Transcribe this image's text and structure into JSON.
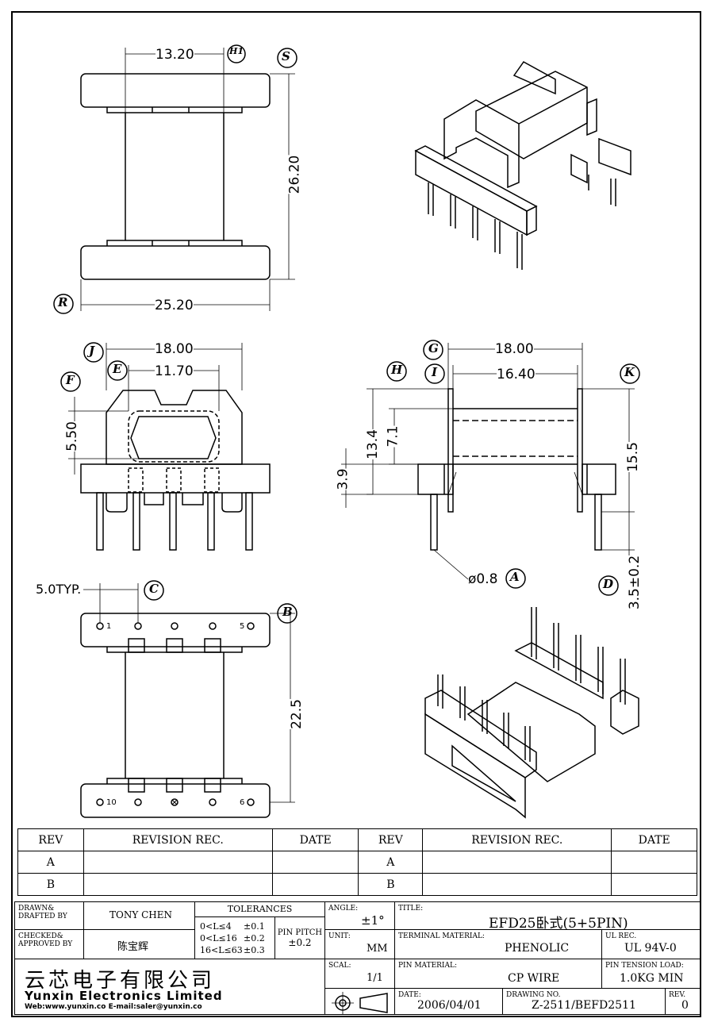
{
  "top_view": {
    "dim_width_inner": "13.20",
    "dim_width_outer": "25.20",
    "dim_height": "26.20",
    "label_h1": "H1",
    "label_s": "S",
    "label_r": "R"
  },
  "front_view": {
    "dim_outer": "18.00",
    "dim_inner": "11.70",
    "dim_slot": "5.50",
    "label_j": "J",
    "label_e": "E",
    "label_f": "F"
  },
  "side_view": {
    "dim_outer": "18.00",
    "dim_inner": "16.40",
    "dim_h1": "13.4",
    "dim_h2": "7.1",
    "dim_h3": "3.9",
    "dim_h4": "15.5",
    "dim_pin": "3.5±0.2",
    "pin_dia": "ø0.8",
    "label_g": "G",
    "label_i": "I",
    "label_h": "H",
    "label_k": "K",
    "label_a": "A",
    "label_d": "D"
  },
  "bottom_view": {
    "pitch": "5.0TYP.",
    "dim_height": "22.5",
    "label_c": "C",
    "label_b": "B",
    "pin1": "1",
    "pin5": "5",
    "pin10": "10",
    "pin6": "6"
  },
  "revision_table": {
    "headers": [
      "REV",
      "REVISION REC.",
      "DATE",
      "REV",
      "REVISION REC.",
      "DATE"
    ],
    "rows": [
      [
        "A",
        "",
        "",
        "A",
        "",
        ""
      ],
      [
        "B",
        "",
        "",
        "B",
        "",
        ""
      ]
    ]
  },
  "title_block": {
    "drawn_label": "DRAWN& DRAFTED BY",
    "drawn_value": "TONY CHEN",
    "checked_label": "CHECKED& APPROVED BY",
    "checked_value": "陈宝辉",
    "tol_header": "TOLERANCES",
    "tol_rows": [
      [
        "0<L≤4",
        "±0.1"
      ],
      [
        "0<L≤16",
        "±0.2"
      ],
      [
        "16<L≤63",
        "±0.3"
      ]
    ],
    "pin_pitch_label": "PIN PITCH",
    "pin_pitch_value": "±0.2",
    "angle_label": "ANGLE:",
    "angle_value": "±1°",
    "unit_label": "UNIT:",
    "unit_value": "MM",
    "scale_label": "SCAL:",
    "scale_value": "1/1",
    "title_label": "TITLE:",
    "title_value": "EFD25卧式(5+5PIN)",
    "terminal_label": "TERMINAL MATERIAL:",
    "terminal_value": "PHENOLIC",
    "ul_label": "UL REC.",
    "ul_value": "UL 94V-0",
    "pin_mat_label": "PIN MATERIAL:",
    "pin_mat_value": "CP WIRE",
    "tension_label": "PIN TENSION LOAD:",
    "tension_value": "1.0KG MIN",
    "date_label": "DATE:",
    "date_value": "2006/04/01",
    "drawing_label": "DRAWING NO.",
    "drawing_value": "Z-2511/BEFD2511",
    "rev_label": "REV.",
    "rev_value": "0",
    "company_cn": "云芯电子有限公司",
    "company_en": "Yunxin Electronics Limited",
    "company_web": "Web:www.yunxin.co  E-mail:saler@yunxin.co"
  }
}
